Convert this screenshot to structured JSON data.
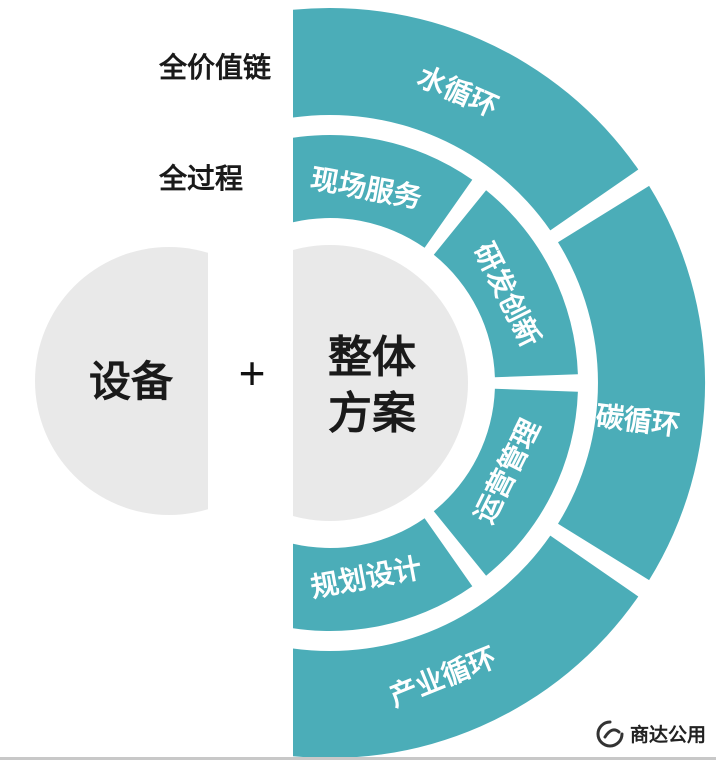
{
  "colors": {
    "teal": "#4BADB8",
    "gray": "#E9E9E9",
    "divider": "#C8C8C8",
    "logo": "#333333"
  },
  "annotations": {
    "value_chain": "全价值链",
    "process": "全过程"
  },
  "equipment": {
    "label": "设备"
  },
  "plus_sign": "+",
  "solution": {
    "line1": "整体",
    "line2": "方案"
  },
  "inner_ring": {
    "segments": [
      {
        "id": "onsite-service",
        "label": "现场服务"
      },
      {
        "id": "rd-innovation",
        "label": "研发创新"
      },
      {
        "id": "operations-management",
        "label": "运营管理"
      },
      {
        "id": "planning-design",
        "label": "规划设计"
      }
    ]
  },
  "outer_ring": {
    "segments": [
      {
        "id": "water-cycle",
        "label": "水循环"
      },
      {
        "id": "carbon-cycle",
        "label": "碳循环"
      },
      {
        "id": "industry-cycle",
        "label": "产业循环"
      }
    ]
  },
  "footer": {
    "brand": "商达公用"
  }
}
